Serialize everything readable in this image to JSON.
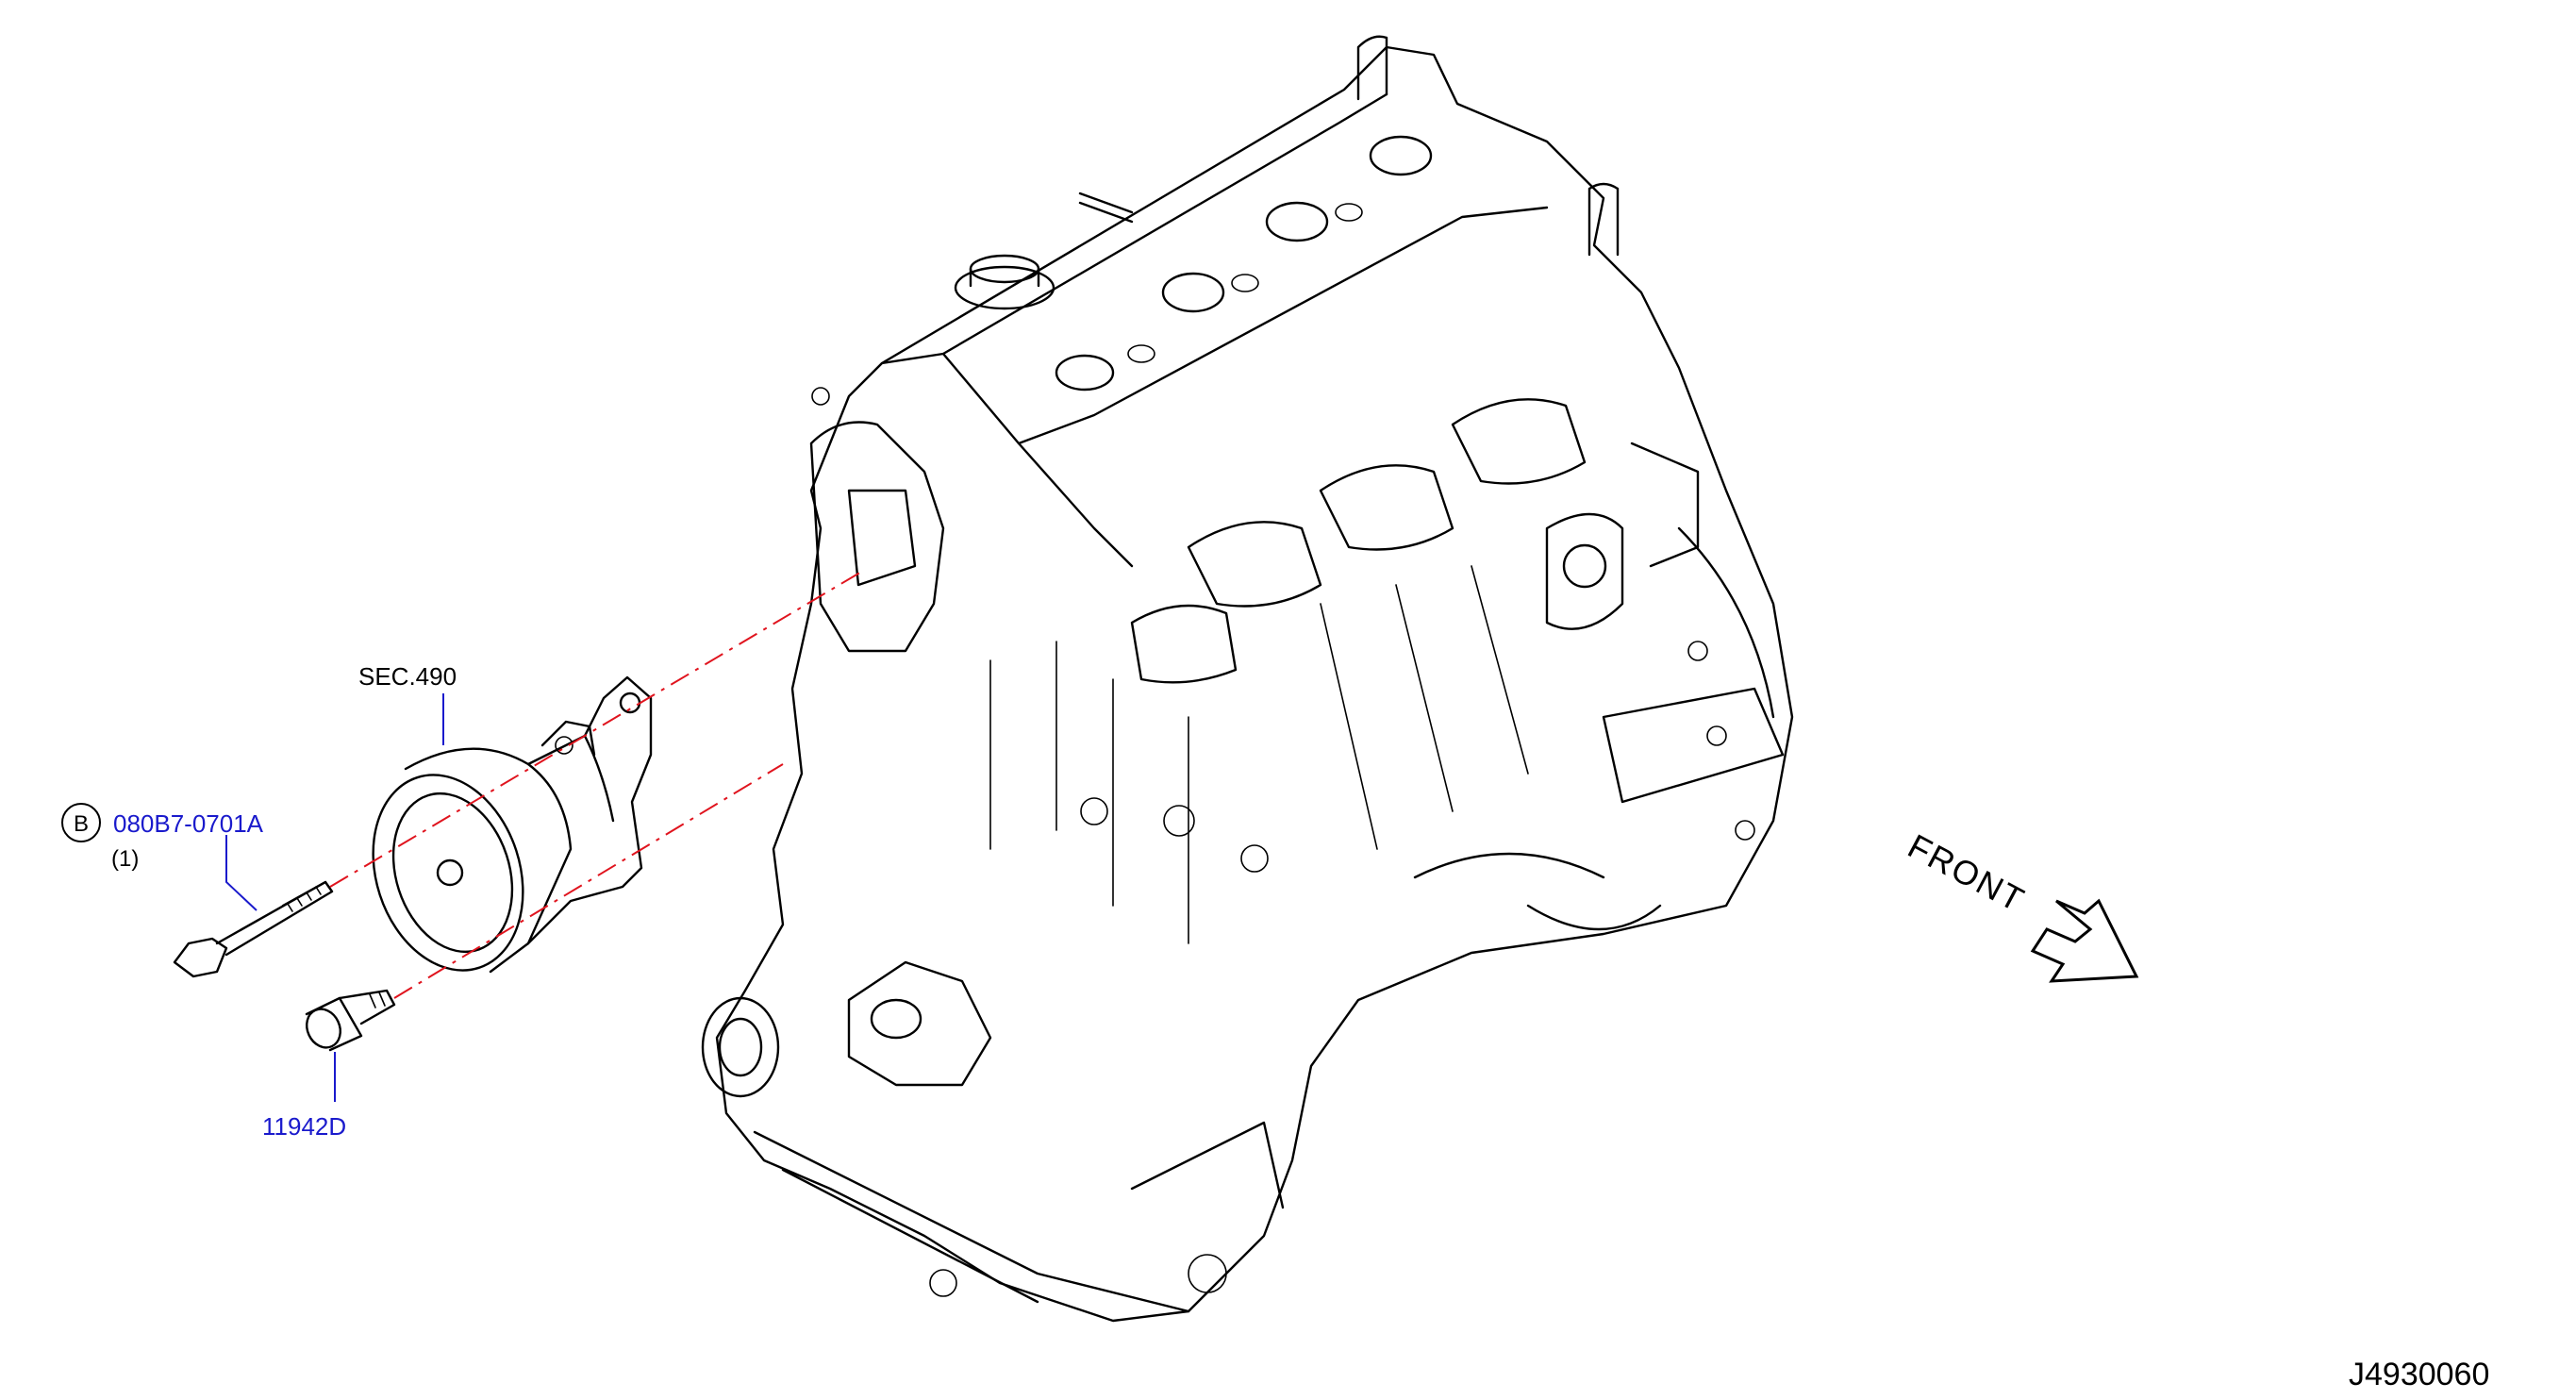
{
  "labels": {
    "sec_ref": "SEC.490",
    "callout_letter": "B",
    "part_bolt": "080B7-0701A",
    "part_bolt_qty": "(1)",
    "part_bolt2": "11942D",
    "direction": "FRONT",
    "diagram_id": "J4930060"
  },
  "colors": {
    "part_number": "#1a1acc",
    "centerline": "#e0141e",
    "line": "#000000"
  }
}
